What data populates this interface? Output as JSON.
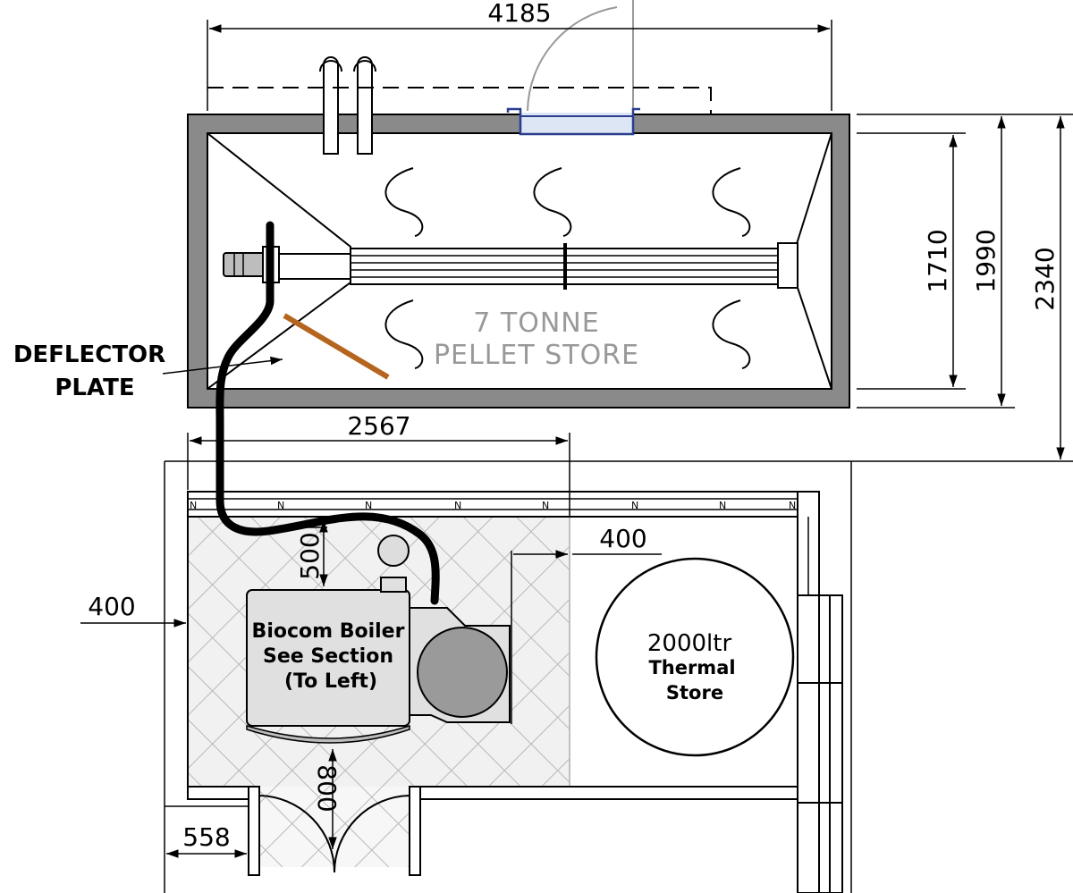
{
  "dimensions": {
    "overall_length": "4185",
    "inner_height": "1710",
    "mid_height": "1990",
    "outer_height": "2340",
    "boiler_room_width": "2567",
    "clearance_top": "500",
    "clearance_side": "400",
    "wall_offset": "400",
    "door_clearance": "800",
    "door_width": "558"
  },
  "labels": {
    "deflector_line1": "DEFLECTOR",
    "deflector_line2": "PLATE",
    "store_line1": "7 TONNE",
    "store_line2": "PELLET STORE",
    "boiler_line1": "Biocom Boiler",
    "boiler_line2": "See Section",
    "boiler_line3": "(To Left)",
    "thermal_line1": "2000ltr",
    "thermal_line2": "Thermal",
    "thermal_line3": "Store",
    "wall_marker": "N"
  },
  "colors": {
    "wall_grey": "#8a8a8a",
    "deflector": "#b5651d",
    "hatch": "#b8b8b8",
    "hatch_fill": "#f1f1f1",
    "hatch_bound": "#c0c0c0",
    "hatch_band": "#f7f7f7",
    "hatch_edge": "#aaaaaa",
    "boiler_fill": "#e0e0e0",
    "boiler_shadow": "#bcbcbc",
    "burner_fill": "#9a9a9a",
    "fan_fill": "#dddddd",
    "auger_fill": "#bdbdbd",
    "hatch_frame": "#2a3d8f",
    "hatch_door": "#dde6f5",
    "door_arc": "#999999"
  }
}
